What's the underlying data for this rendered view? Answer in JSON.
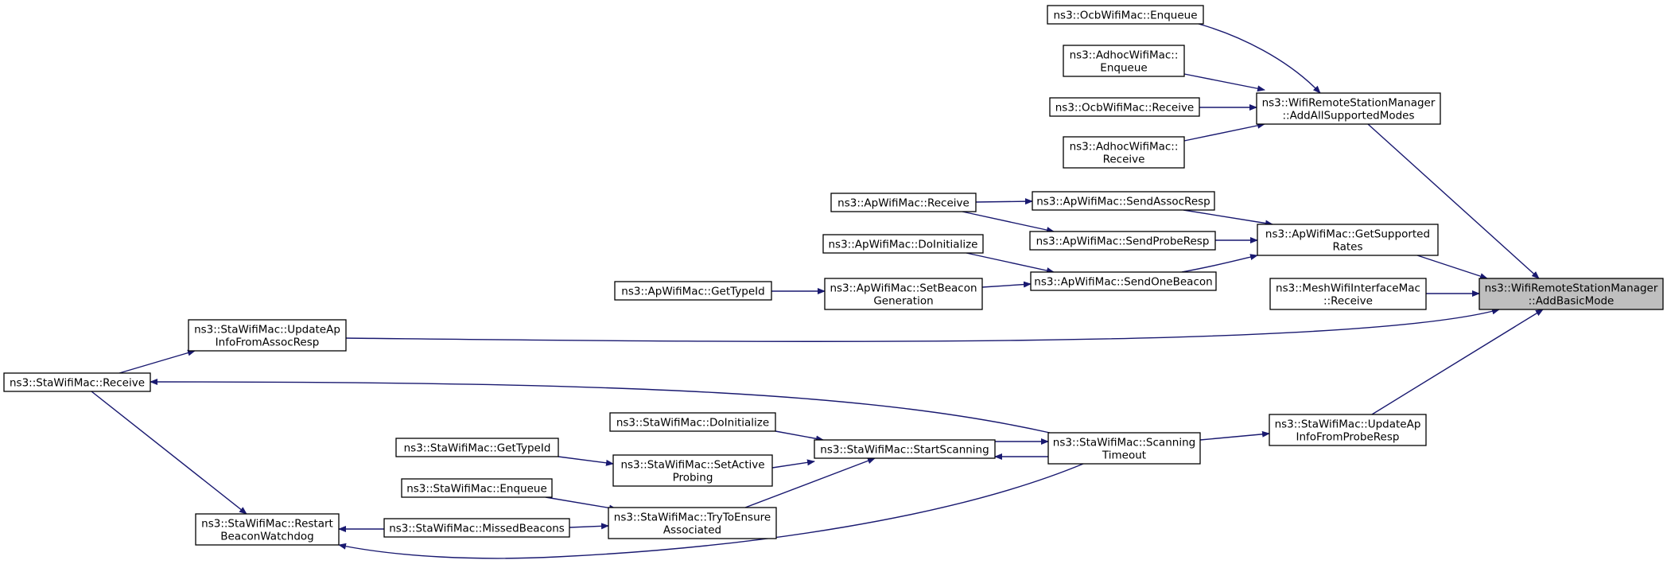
{
  "graph": {
    "edge_color": "#191970",
    "focus_fill": "#bfbfbf",
    "nodes": [
      {
        "id": "n0",
        "lines": [
          "ns3::WifiRemoteStationManager",
          "::AddBasicMode"
        ],
        "focus": true
      },
      {
        "id": "n1",
        "lines": [
          "ns3::WifiRemoteStationManager",
          "::AddAllSupportedModes"
        ]
      },
      {
        "id": "n2",
        "lines": [
          "ns3::OcbWifiMac::Enqueue"
        ]
      },
      {
        "id": "n3",
        "lines": [
          "ns3::AdhocWifiMac::",
          "Enqueue"
        ]
      },
      {
        "id": "n4",
        "lines": [
          "ns3::OcbWifiMac::Receive"
        ]
      },
      {
        "id": "n5",
        "lines": [
          "ns3::AdhocWifiMac::",
          "Receive"
        ]
      },
      {
        "id": "n6",
        "lines": [
          "ns3::ApWifiMac::GetSupported",
          "Rates"
        ]
      },
      {
        "id": "n7",
        "lines": [
          "ns3::ApWifiMac::SendAssocResp"
        ]
      },
      {
        "id": "n8",
        "lines": [
          "ns3::ApWifiMac::SendProbeResp"
        ]
      },
      {
        "id": "n9",
        "lines": [
          "ns3::ApWifiMac::SendOneBeacon"
        ]
      },
      {
        "id": "n10",
        "lines": [
          "ns3::ApWifiMac::Receive"
        ]
      },
      {
        "id": "n11",
        "lines": [
          "ns3::ApWifiMac::DoInitialize"
        ]
      },
      {
        "id": "n12",
        "lines": [
          "ns3::ApWifiMac::SetBeacon",
          "Generation"
        ]
      },
      {
        "id": "n13",
        "lines": [
          "ns3::ApWifiMac::GetTypeId"
        ]
      },
      {
        "id": "n14",
        "lines": [
          "ns3::MeshWifiInterfaceMac",
          "::Receive"
        ]
      },
      {
        "id": "n15",
        "lines": [
          "ns3::StaWifiMac::UpdateAp",
          "InfoFromAssocResp"
        ]
      },
      {
        "id": "n16",
        "lines": [
          "ns3::StaWifiMac::Receive"
        ]
      },
      {
        "id": "n17",
        "lines": [
          "ns3::StaWifiMac::UpdateAp",
          "InfoFromProbeResp"
        ]
      },
      {
        "id": "n18",
        "lines": [
          "ns3::StaWifiMac::Scanning",
          "Timeout"
        ]
      },
      {
        "id": "n19",
        "lines": [
          "ns3::StaWifiMac::StartScanning"
        ]
      },
      {
        "id": "n20",
        "lines": [
          "ns3::StaWifiMac::DoInitialize"
        ]
      },
      {
        "id": "n21",
        "lines": [
          "ns3::StaWifiMac::SetActive",
          "Probing"
        ]
      },
      {
        "id": "n22",
        "lines": [
          "ns3::StaWifiMac::GetTypeId"
        ]
      },
      {
        "id": "n23",
        "lines": [
          "ns3::StaWifiMac::TryToEnsure",
          "Associated"
        ]
      },
      {
        "id": "n24",
        "lines": [
          "ns3::StaWifiMac::Enqueue"
        ]
      },
      {
        "id": "n25",
        "lines": [
          "ns3::StaWifiMac::MissedBeacons"
        ]
      },
      {
        "id": "n26",
        "lines": [
          "ns3::StaWifiMac::Restart",
          "BeaconWatchdog"
        ]
      }
    ],
    "edges": [
      {
        "from": "n1",
        "to": "n0"
      },
      {
        "from": "n2",
        "to": "n1"
      },
      {
        "from": "n3",
        "to": "n1"
      },
      {
        "from": "n4",
        "to": "n1"
      },
      {
        "from": "n5",
        "to": "n1"
      },
      {
        "from": "n6",
        "to": "n0"
      },
      {
        "from": "n7",
        "to": "n6"
      },
      {
        "from": "n8",
        "to": "n6"
      },
      {
        "from": "n9",
        "to": "n6"
      },
      {
        "from": "n10",
        "to": "n7"
      },
      {
        "from": "n10",
        "to": "n8"
      },
      {
        "from": "n11",
        "to": "n9"
      },
      {
        "from": "n12",
        "to": "n9"
      },
      {
        "from": "n13",
        "to": "n12"
      },
      {
        "from": "n14",
        "to": "n0"
      },
      {
        "from": "n15",
        "to": "n0"
      },
      {
        "from": "n16",
        "to": "n15"
      },
      {
        "from": "n17",
        "to": "n0"
      },
      {
        "from": "n18",
        "to": "n17"
      },
      {
        "from": "n18",
        "to": "n16"
      },
      {
        "from": "n18",
        "to": "n19"
      },
      {
        "from": "n19",
        "to": "n18"
      },
      {
        "from": "n18",
        "to": "n26"
      },
      {
        "from": "n20",
        "to": "n19"
      },
      {
        "from": "n21",
        "to": "n19"
      },
      {
        "from": "n22",
        "to": "n21"
      },
      {
        "from": "n23",
        "to": "n19"
      },
      {
        "from": "n24",
        "to": "n23"
      },
      {
        "from": "n25",
        "to": "n23"
      },
      {
        "from": "n25",
        "to": "n26"
      },
      {
        "from": "n16",
        "to": "n26"
      }
    ]
  }
}
